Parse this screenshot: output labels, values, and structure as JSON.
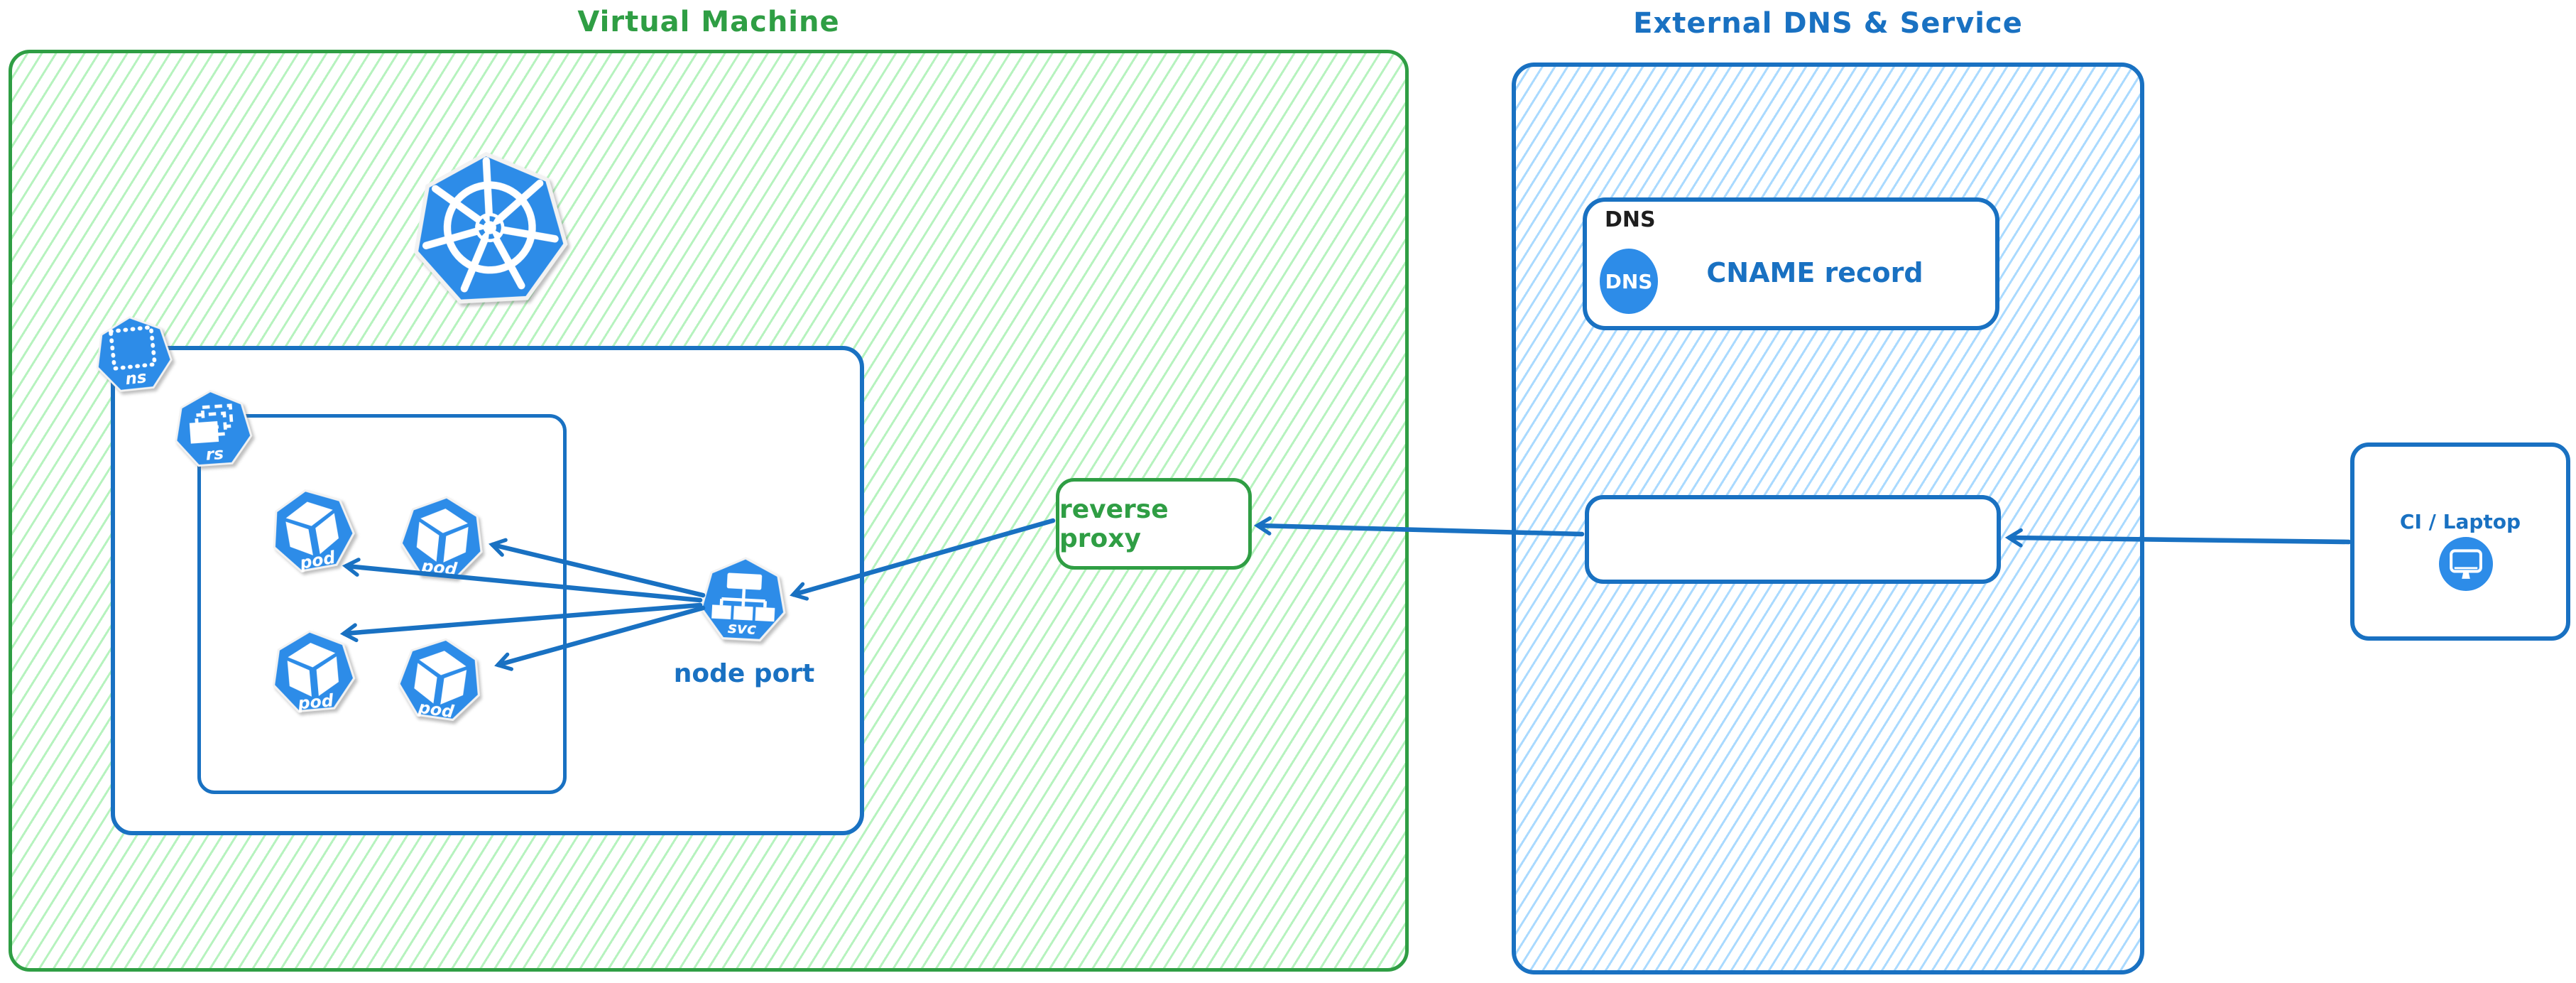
{
  "colors": {
    "green_stroke": "#2f9e44",
    "green_hatch": "#b2f2bb",
    "blue_stroke": "#1971c2",
    "blue_hatch": "#a5d8ff",
    "icon_blue": "#2d8ce8",
    "text_black": "#1e1e1e"
  },
  "vm": {
    "title": "Virtual Machine",
    "namespace_icon_label": "ns",
    "replicaset_icon_label": "rs",
    "pod_labels": [
      "pod",
      "pod",
      "pod",
      "pod"
    ],
    "service_icon_label": "svc",
    "node_port_label": "node port",
    "reverse_proxy_label": "reverse proxy"
  },
  "external": {
    "title": "External DNS & Service",
    "dns_header": "DNS",
    "dns_badge": "DNS",
    "cname_label": "CNAME record"
  },
  "client": {
    "label": "CI / Laptop"
  },
  "icons": {
    "kubernetes_logo": "kubernetes-helm-wheel",
    "namespace": "dotted-square",
    "replicaset": "stacked-rectangles",
    "pod": "cube",
    "service": "tree-hierarchy",
    "dns": "dns-circle",
    "client": "monitor"
  }
}
